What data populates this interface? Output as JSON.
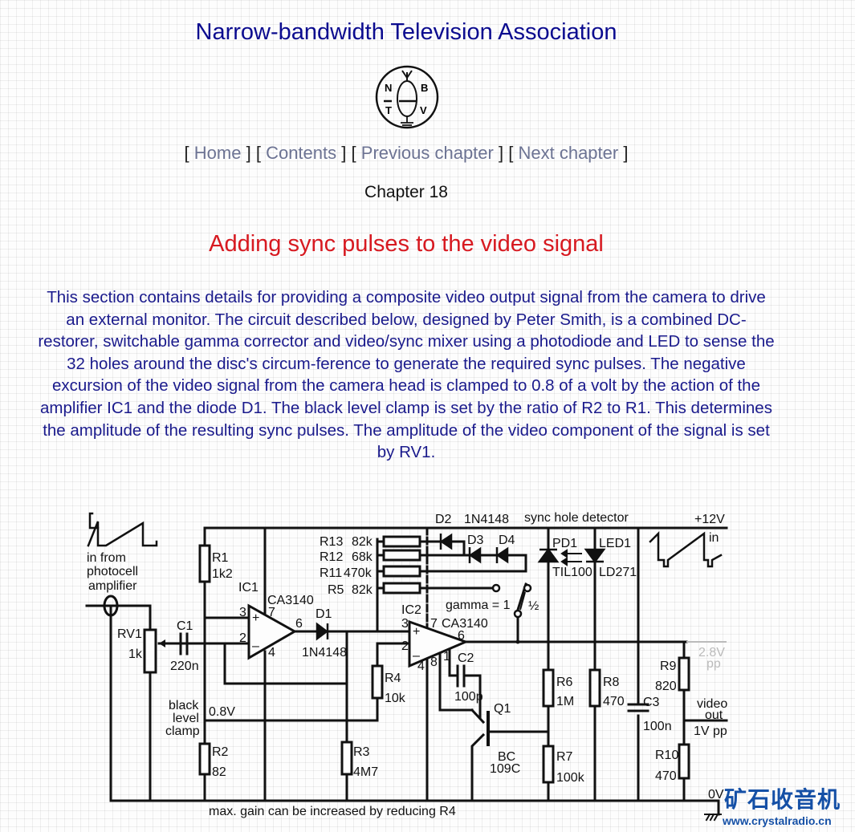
{
  "site": {
    "title": "Narrow-bandwidth Television Association",
    "logo_letters": {
      "top_left": "N",
      "top_right": "B",
      "bottom_left": "T",
      "bottom_right": "V"
    }
  },
  "nav": {
    "items": [
      {
        "label": "Home"
      },
      {
        "label": "Contents"
      },
      {
        "label": "Previous chapter"
      },
      {
        "label": "Next chapter"
      }
    ],
    "open_bracket": "[",
    "close_bracket": "]"
  },
  "chapter_label": "Chapter 18",
  "heading": "Adding sync pulses to the video signal",
  "intro_text": "This section contains details for providing a composite video output signal from the camera to drive an external monitor. The circuit described below, designed by Peter Smith, is a combined DC-restorer, switchable gamma corrector and video/sync mixer using a photodiode and LED to sense the 32 holes around the disc's circum-ference to generate the required sync pulses. The negative excursion of the video signal from the camera head is clamped to 0.8 of a volt by the action of the amplifier IC1 and the diode D1. The black level clamp is set by the ratio of R2 to R1. This determines the amplitude of the resulting sync pulses. The amplitude of the video component of the signal is set by RV1.",
  "colors": {
    "title": "#0b0b8f",
    "heading": "#d71920",
    "body_text": "#1a1a8c",
    "nav_link": "#6c7393",
    "watermark": "#1550a6"
  },
  "schematic": {
    "input_label": [
      "in from",
      "photocell",
      "amplifier"
    ],
    "rv1": {
      "ref": "RV1",
      "value": "1k"
    },
    "c1": {
      "ref": "C1",
      "value": "220n"
    },
    "r1": {
      "ref": "R1",
      "value": "1k2"
    },
    "r2": {
      "ref": "R2",
      "value": "82"
    },
    "r3": {
      "ref": "R3",
      "value": "4M7"
    },
    "r4": {
      "ref": "R4",
      "value": "10k"
    },
    "ic1": {
      "ref": "IC1",
      "part": "CA3140",
      "pins": {
        "in_plus": "3",
        "in_minus": "2",
        "out": "6",
        "vplus": "7",
        "vminus": "4"
      }
    },
    "d1": {
      "ref": "D1",
      "part": "1N4148"
    },
    "clamp_label": [
      "black",
      "level",
      "clamp"
    ],
    "clamp_voltage": "0.8V",
    "gamma_resistors": [
      {
        "ref": "R13",
        "value": "82k"
      },
      {
        "ref": "R12",
        "value": "68k"
      },
      {
        "ref": "R11",
        "value": "470k"
      },
      {
        "ref": "R5",
        "value": "82k"
      }
    ],
    "d2": {
      "ref": "D2",
      "part": "1N4148"
    },
    "d3": {
      "ref": "D3"
    },
    "d4": {
      "ref": "D4"
    },
    "gamma_switch": {
      "label": "gamma = 1",
      "alt": "½"
    },
    "ic2": {
      "ref": "IC2",
      "part": "CA3140",
      "pins": {
        "in_plus": "3",
        "in_minus": "2",
        "out": "6",
        "vplus": "7",
        "vminus": "4",
        "p8": "8",
        "p1": "1"
      }
    },
    "c2": {
      "ref": "C2",
      "value": "100p"
    },
    "q1": {
      "ref": "Q1",
      "part_line1": "BC",
      "part_line2": "109C"
    },
    "sync_label": "sync hole detector",
    "pd1": {
      "ref": "PD1",
      "part": "TIL100"
    },
    "led1": {
      "ref": "LED1",
      "part": "LD271"
    },
    "r6": {
      "ref": "R6",
      "value": "1M"
    },
    "r7": {
      "ref": "R7",
      "value": "100k"
    },
    "r8": {
      "ref": "R8",
      "value": "470"
    },
    "c3": {
      "ref": "C3",
      "value": "100n"
    },
    "r9": {
      "ref": "R9",
      "value": "820"
    },
    "r10": {
      "ref": "R10",
      "value": "470"
    },
    "supply": {
      "voltage": "+12V",
      "label": "in"
    },
    "ground_label": "0V",
    "output_label": [
      "video",
      "out"
    ],
    "output_level": "1V pp",
    "internal_level": [
      "2.8V",
      "pp"
    ],
    "footnote": "max. gain can be increased by reducing R4"
  },
  "watermark": {
    "name": "矿石收音机",
    "url": "www.crystalradio.cn"
  }
}
